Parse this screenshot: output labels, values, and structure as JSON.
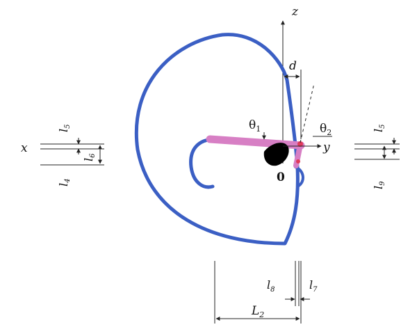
{
  "labels": {
    "axis_z": "z",
    "axis_y": "y",
    "axis_x": "x",
    "d": "d",
    "theta1": "θ",
    "theta1_sub": "1",
    "theta2": "θ",
    "theta2_sub": "2",
    "origin": "0",
    "l5_left": "l",
    "l5_left_sub": "5",
    "l6": "l",
    "l6_sub": "6",
    "l4": "l",
    "l4_sub": "4",
    "l5_right": "l",
    "l5_right_sub": "5",
    "l9": "l",
    "l9_sub": "9",
    "l8": "l",
    "l8_sub": "8",
    "l7": "l",
    "l7_sub": "7",
    "L2": "L",
    "L2_sub": "2"
  },
  "colors": {
    "ear_outline": "#3b5fc4",
    "arm": "#d77fc4",
    "joint": "#e03a5a",
    "earbud": "#000000"
  }
}
